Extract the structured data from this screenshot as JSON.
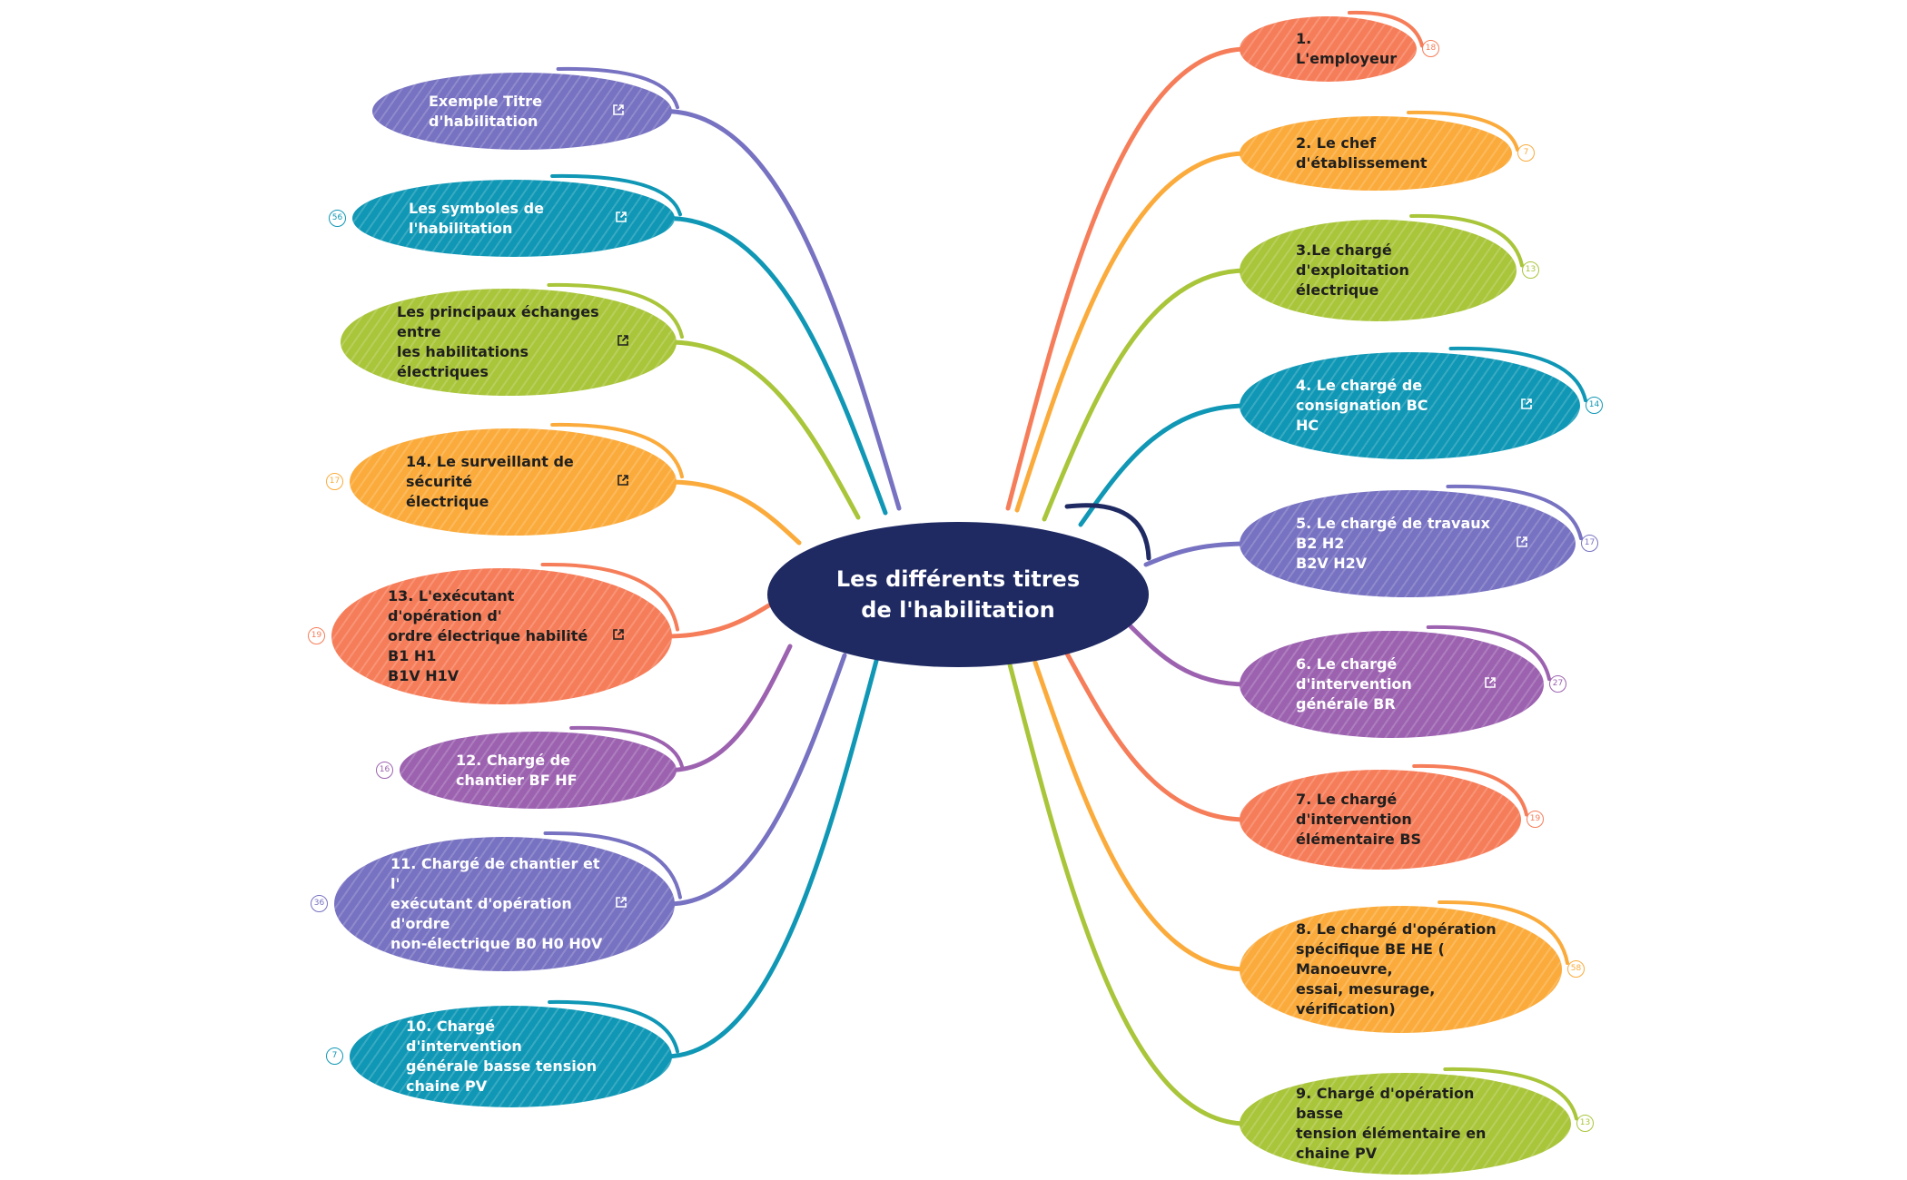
{
  "center": {
    "title": "Les différents titres\nde l'habilitation",
    "color": "#1f2a63"
  },
  "right_topics": [
    {
      "label": "1. L'employeur",
      "color": "#f67d59",
      "count": "18",
      "link": false
    },
    {
      "label": "2. Le chef d'établissement",
      "color": "#fbab3b",
      "count": "7",
      "link": false
    },
    {
      "label": "3.Le chargé d'exploitation\nélectrique",
      "color": "#a9c53a",
      "count": "13",
      "link": false
    },
    {
      "label": "4. Le chargé de consignation BC\nHC",
      "color": "#0f97b5",
      "count": "14",
      "link": true
    },
    {
      "label": "5. Le chargé de travaux B2 H2\nB2V H2V",
      "color": "#7772c1",
      "count": "17",
      "link": true
    },
    {
      "label": "6. Le chargé d'intervention\ngénérale BR",
      "color": "#9c62b0",
      "count": "27",
      "link": true
    },
    {
      "label": "7. Le chargé d'intervention\nélémentaire BS",
      "color": "#f67d59",
      "count": "19",
      "link": false
    },
    {
      "label": "8. Le chargé d'opération\nspécifique BE HE ( Manoeuvre,\nessai, mesurage, vérification)",
      "color": "#fbab3b",
      "count": "58",
      "link": false
    },
    {
      "label": "9. Chargé d'opération basse\ntension élémentaire en chaine PV",
      "color": "#a9c53a",
      "count": "13",
      "link": false
    }
  ],
  "left_topics": [
    {
      "label": "Exemple Titre d'habilitation",
      "color": "#7772c1",
      "count": "",
      "link": true
    },
    {
      "label": "Les symboles de l'habilitation",
      "color": "#0f97b5",
      "count": "56",
      "link": true
    },
    {
      "label": "Les principaux échanges entre\nles habilitations électriques",
      "color": "#a9c53a",
      "count": "",
      "link": true
    },
    {
      "label": "14. Le surveillant de sécurité\nélectrique",
      "color": "#fbab3b",
      "count": "17",
      "link": true
    },
    {
      "label": "13. L'exécutant d'opération d'\nordre électrique habilité B1 H1\nB1V H1V",
      "color": "#f67d59",
      "count": "19",
      "link": true
    },
    {
      "label": "12. Chargé de chantier BF HF",
      "color": "#9c62b0",
      "count": "16",
      "link": false
    },
    {
      "label": "11. Chargé de chantier et l'\nexécutant d'opération d'ordre\nnon-électrique B0 H0 H0V",
      "color": "#7772c1",
      "count": "36",
      "link": true
    },
    {
      "label": "10. Chargé d'intervention\ngénérale basse tension chaine PV",
      "color": "#0f97b5",
      "count": "7",
      "link": false
    }
  ]
}
